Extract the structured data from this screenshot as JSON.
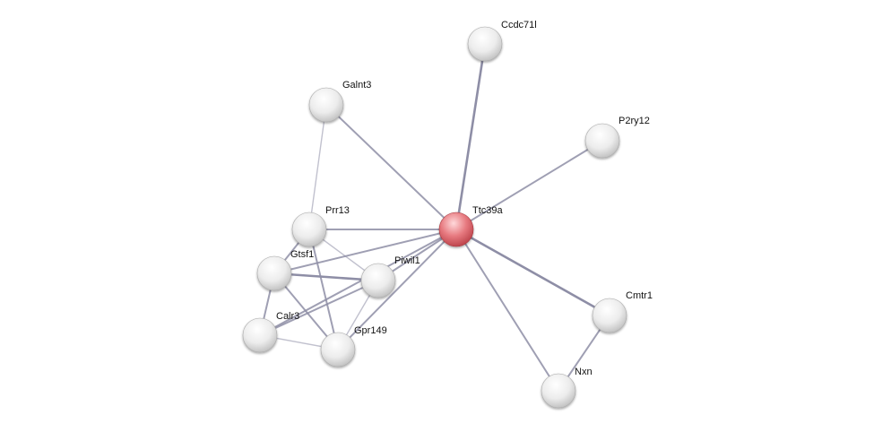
{
  "network": {
    "nodes": [
      {
        "id": "Ttc39a",
        "label": "Ttc39a",
        "query": true
      },
      {
        "id": "Ccdc71l",
        "label": "Ccdc71l",
        "query": false
      },
      {
        "id": "Galnt3",
        "label": "Galnt3",
        "query": false
      },
      {
        "id": "P2ry12",
        "label": "P2ry12",
        "query": false
      },
      {
        "id": "Prr13",
        "label": "Prr13",
        "query": false
      },
      {
        "id": "Gtsf1",
        "label": "Gtsf1",
        "query": false
      },
      {
        "id": "Piwil1",
        "label": "Piwil1",
        "query": false
      },
      {
        "id": "Calr3",
        "label": "Calr3",
        "query": false
      },
      {
        "id": "Gpr149",
        "label": "Gpr149",
        "query": false
      },
      {
        "id": "Cmtr1",
        "label": "Cmtr1",
        "query": false
      },
      {
        "id": "Nxn",
        "label": "Nxn",
        "query": false
      }
    ],
    "edges": [
      {
        "source": "Ttc39a",
        "target": "Ccdc71l",
        "strength": "strong"
      },
      {
        "source": "Ttc39a",
        "target": "P2ry12",
        "strength": "medium"
      },
      {
        "source": "Ttc39a",
        "target": "Galnt3",
        "strength": "medium"
      },
      {
        "source": "Ttc39a",
        "target": "Prr13",
        "strength": "medium"
      },
      {
        "source": "Ttc39a",
        "target": "Gtsf1",
        "strength": "medium"
      },
      {
        "source": "Ttc39a",
        "target": "Piwil1",
        "strength": "medium"
      },
      {
        "source": "Ttc39a",
        "target": "Calr3",
        "strength": "medium"
      },
      {
        "source": "Ttc39a",
        "target": "Gpr149",
        "strength": "medium"
      },
      {
        "source": "Ttc39a",
        "target": "Cmtr1",
        "strength": "strong"
      },
      {
        "source": "Ttc39a",
        "target": "Nxn",
        "strength": "medium"
      },
      {
        "source": "Galnt3",
        "target": "Prr13",
        "strength": "weak"
      },
      {
        "source": "Prr13",
        "target": "Gtsf1",
        "strength": "medium"
      },
      {
        "source": "Prr13",
        "target": "Piwil1",
        "strength": "weak"
      },
      {
        "source": "Prr13",
        "target": "Gpr149",
        "strength": "medium"
      },
      {
        "source": "Gtsf1",
        "target": "Piwil1",
        "strength": "strong"
      },
      {
        "source": "Gtsf1",
        "target": "Calr3",
        "strength": "medium"
      },
      {
        "source": "Gtsf1",
        "target": "Gpr149",
        "strength": "medium"
      },
      {
        "source": "Calr3",
        "target": "Piwil1",
        "strength": "medium"
      },
      {
        "source": "Calr3",
        "target": "Gpr149",
        "strength": "weak"
      },
      {
        "source": "Piwil1",
        "target": "Gpr149",
        "strength": "weak"
      },
      {
        "source": "Cmtr1",
        "target": "Nxn",
        "strength": "medium"
      }
    ],
    "colors": {
      "query_node": "#d9565d",
      "node": "#d6d6d6",
      "edge": "#8e8ea6",
      "label": "#111111"
    }
  }
}
